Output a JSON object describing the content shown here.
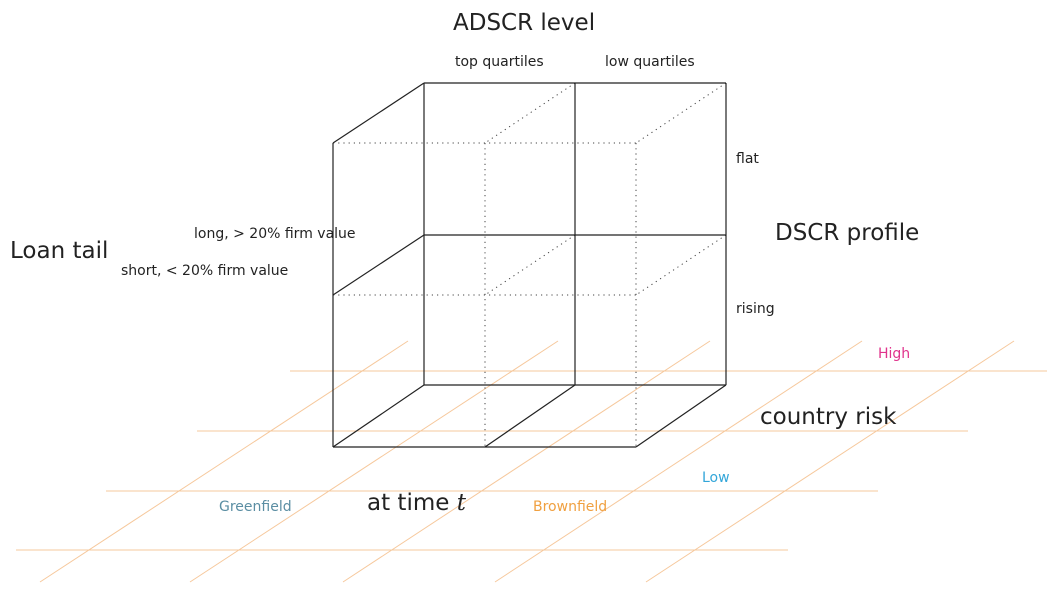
{
  "title": "ADSCR level",
  "adscr_columns": [
    "top quartiles",
    "low quartiles"
  ],
  "dscr_axis": {
    "title": "DSCR profile",
    "levels": [
      "flat",
      "rising"
    ]
  },
  "loan_tail_axis": {
    "title": "Loan tail",
    "levels": [
      "long, > 20% firm value",
      "short, < 20% firm value"
    ]
  },
  "time_label": {
    "prefix": "at time ",
    "variable": "t"
  },
  "stage_labels": {
    "greenfield": "Greenfield",
    "brownfield": "Brownfield"
  },
  "country_risk": {
    "title": "country risk",
    "high": "High",
    "low": "Low"
  },
  "colors": {
    "grid": "#f6c89c",
    "high": "#e0338c",
    "low": "#33a6d9",
    "greenfield": "#5b8ea3",
    "brownfield": "#f0a040",
    "lines": "#222222"
  }
}
